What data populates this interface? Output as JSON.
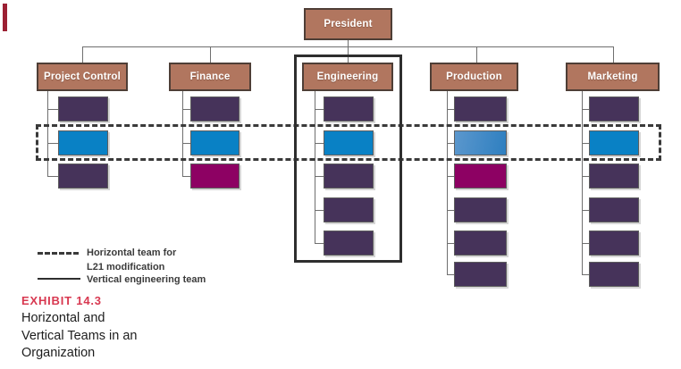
{
  "accent_bar_color": "#9c2033",
  "org_chart": {
    "root": {
      "label": "President"
    },
    "departments": [
      {
        "label": "Project Control",
        "team_boxes": [
          "dark",
          "blue",
          "dark"
        ]
      },
      {
        "label": "Finance",
        "team_boxes": [
          "dark",
          "blue",
          "magenta"
        ]
      },
      {
        "label": "Engineering",
        "team_boxes": [
          "dark",
          "blue",
          "dark",
          "dark",
          "dark"
        ],
        "outlined_vertical_team": true
      },
      {
        "label": "Production",
        "team_boxes": [
          "dark",
          "blue-light",
          "magenta",
          "dark",
          "dark",
          "dark"
        ]
      },
      {
        "label": "Marketing",
        "team_boxes": [
          "dark",
          "blue",
          "dark",
          "dark",
          "dark",
          "dark"
        ]
      }
    ]
  },
  "legend": {
    "items": [
      {
        "swatch": "dashed",
        "lines": [
          "Horizontal team for",
          "L21 modification"
        ]
      },
      {
        "swatch": "solid",
        "lines": [
          "Vertical engineering team"
        ]
      }
    ]
  },
  "exhibit": {
    "label": "EXHIBIT 14.3",
    "caption_lines": [
      "Horizontal and",
      "Vertical Teams in an",
      "Organization"
    ]
  },
  "colors": {
    "department_fill": "#b1765f",
    "department_border": "#4e3e36",
    "dark_box": "#46335a",
    "blue_box": "#0981c5",
    "blue_light_box": "#2e7fc0",
    "magenta_box": "#8d0163",
    "connector_line": "#6f6f6f",
    "horizontal_team_outline": "#3a3a3a",
    "vertical_team_outline": "#2e2e2e",
    "exhibit_red": "#d83850",
    "accent_bar": "#9c2033"
  }
}
